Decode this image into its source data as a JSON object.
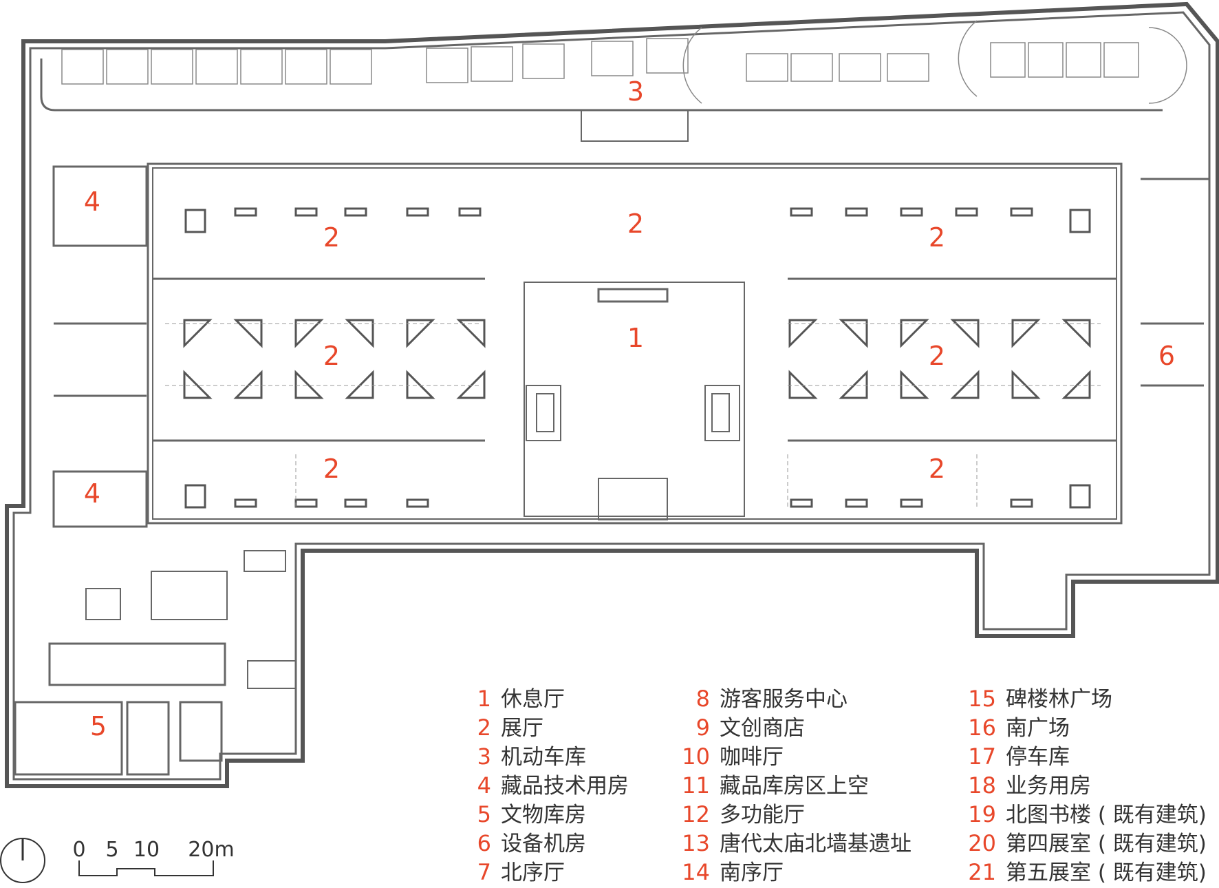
{
  "plan_labels": [
    {
      "id": "l3",
      "text": "3"
    },
    {
      "id": "l4a",
      "text": "4"
    },
    {
      "id": "l2a",
      "text": "2"
    },
    {
      "id": "l2b",
      "text": "2"
    },
    {
      "id": "l2c",
      "text": "2"
    },
    {
      "id": "l2d",
      "text": "2"
    },
    {
      "id": "l1",
      "text": "1"
    },
    {
      "id": "l2e",
      "text": "2"
    },
    {
      "id": "l6",
      "text": "6"
    },
    {
      "id": "l2f",
      "text": "2"
    },
    {
      "id": "l2g",
      "text": "2"
    },
    {
      "id": "l4b",
      "text": "4"
    },
    {
      "id": "l5",
      "text": "5"
    }
  ],
  "legend": {
    "col1": [
      {
        "num": "1",
        "label": "休息厅"
      },
      {
        "num": "2",
        "label": "展厅"
      },
      {
        "num": "3",
        "label": "机动车库"
      },
      {
        "num": "4",
        "label": "藏品技术用房"
      },
      {
        "num": "5",
        "label": "文物库房"
      },
      {
        "num": "6",
        "label": "设备机房"
      },
      {
        "num": "7",
        "label": "北序厅"
      }
    ],
    "col2": [
      {
        "num": "8",
        "label": "游客服务中心"
      },
      {
        "num": "9",
        "label": "文创商店"
      },
      {
        "num": "10",
        "label": "咖啡厅"
      },
      {
        "num": "11",
        "label": "藏品库房区上空"
      },
      {
        "num": "12",
        "label": "多功能厅"
      },
      {
        "num": "13",
        "label": "唐代太庙北墙基遗址"
      },
      {
        "num": "14",
        "label": "南序厅"
      }
    ],
    "col3": [
      {
        "num": "15",
        "label": "碑楼林广场"
      },
      {
        "num": "16",
        "label": "南广场"
      },
      {
        "num": "17",
        "label": "停车库"
      },
      {
        "num": "18",
        "label": "业务用房"
      },
      {
        "num": "19",
        "label": "北图书楼 ( 既有建筑)"
      },
      {
        "num": "20",
        "label": "第四展室 ( 既有建筑)"
      },
      {
        "num": "21",
        "label": "第五展室 ( 既有建筑)"
      }
    ]
  },
  "scale_bar": {
    "t0": "0",
    "t5": "5",
    "t10": "10",
    "t20": "20m"
  },
  "colors": {
    "accent": "#e8472a",
    "wall": "#555555",
    "text": "#333333"
  },
  "icons": {
    "north": "north-arrow-icon"
  }
}
